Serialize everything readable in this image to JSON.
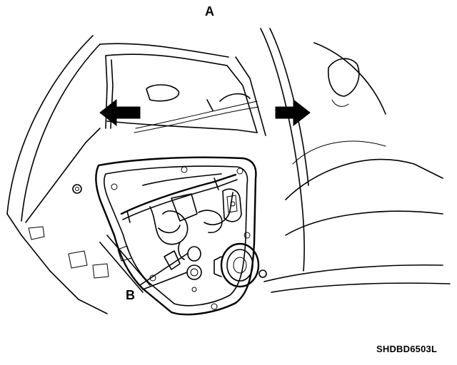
{
  "callouts": {
    "a": "A",
    "b": "B"
  },
  "figure_code": "SHDBD6503L",
  "colors": {
    "ink": "#000000",
    "paper": "#ffffff"
  },
  "icons": {
    "left_arrow": "arrow-left-icon",
    "right_arrow": "arrow-right-icon"
  }
}
